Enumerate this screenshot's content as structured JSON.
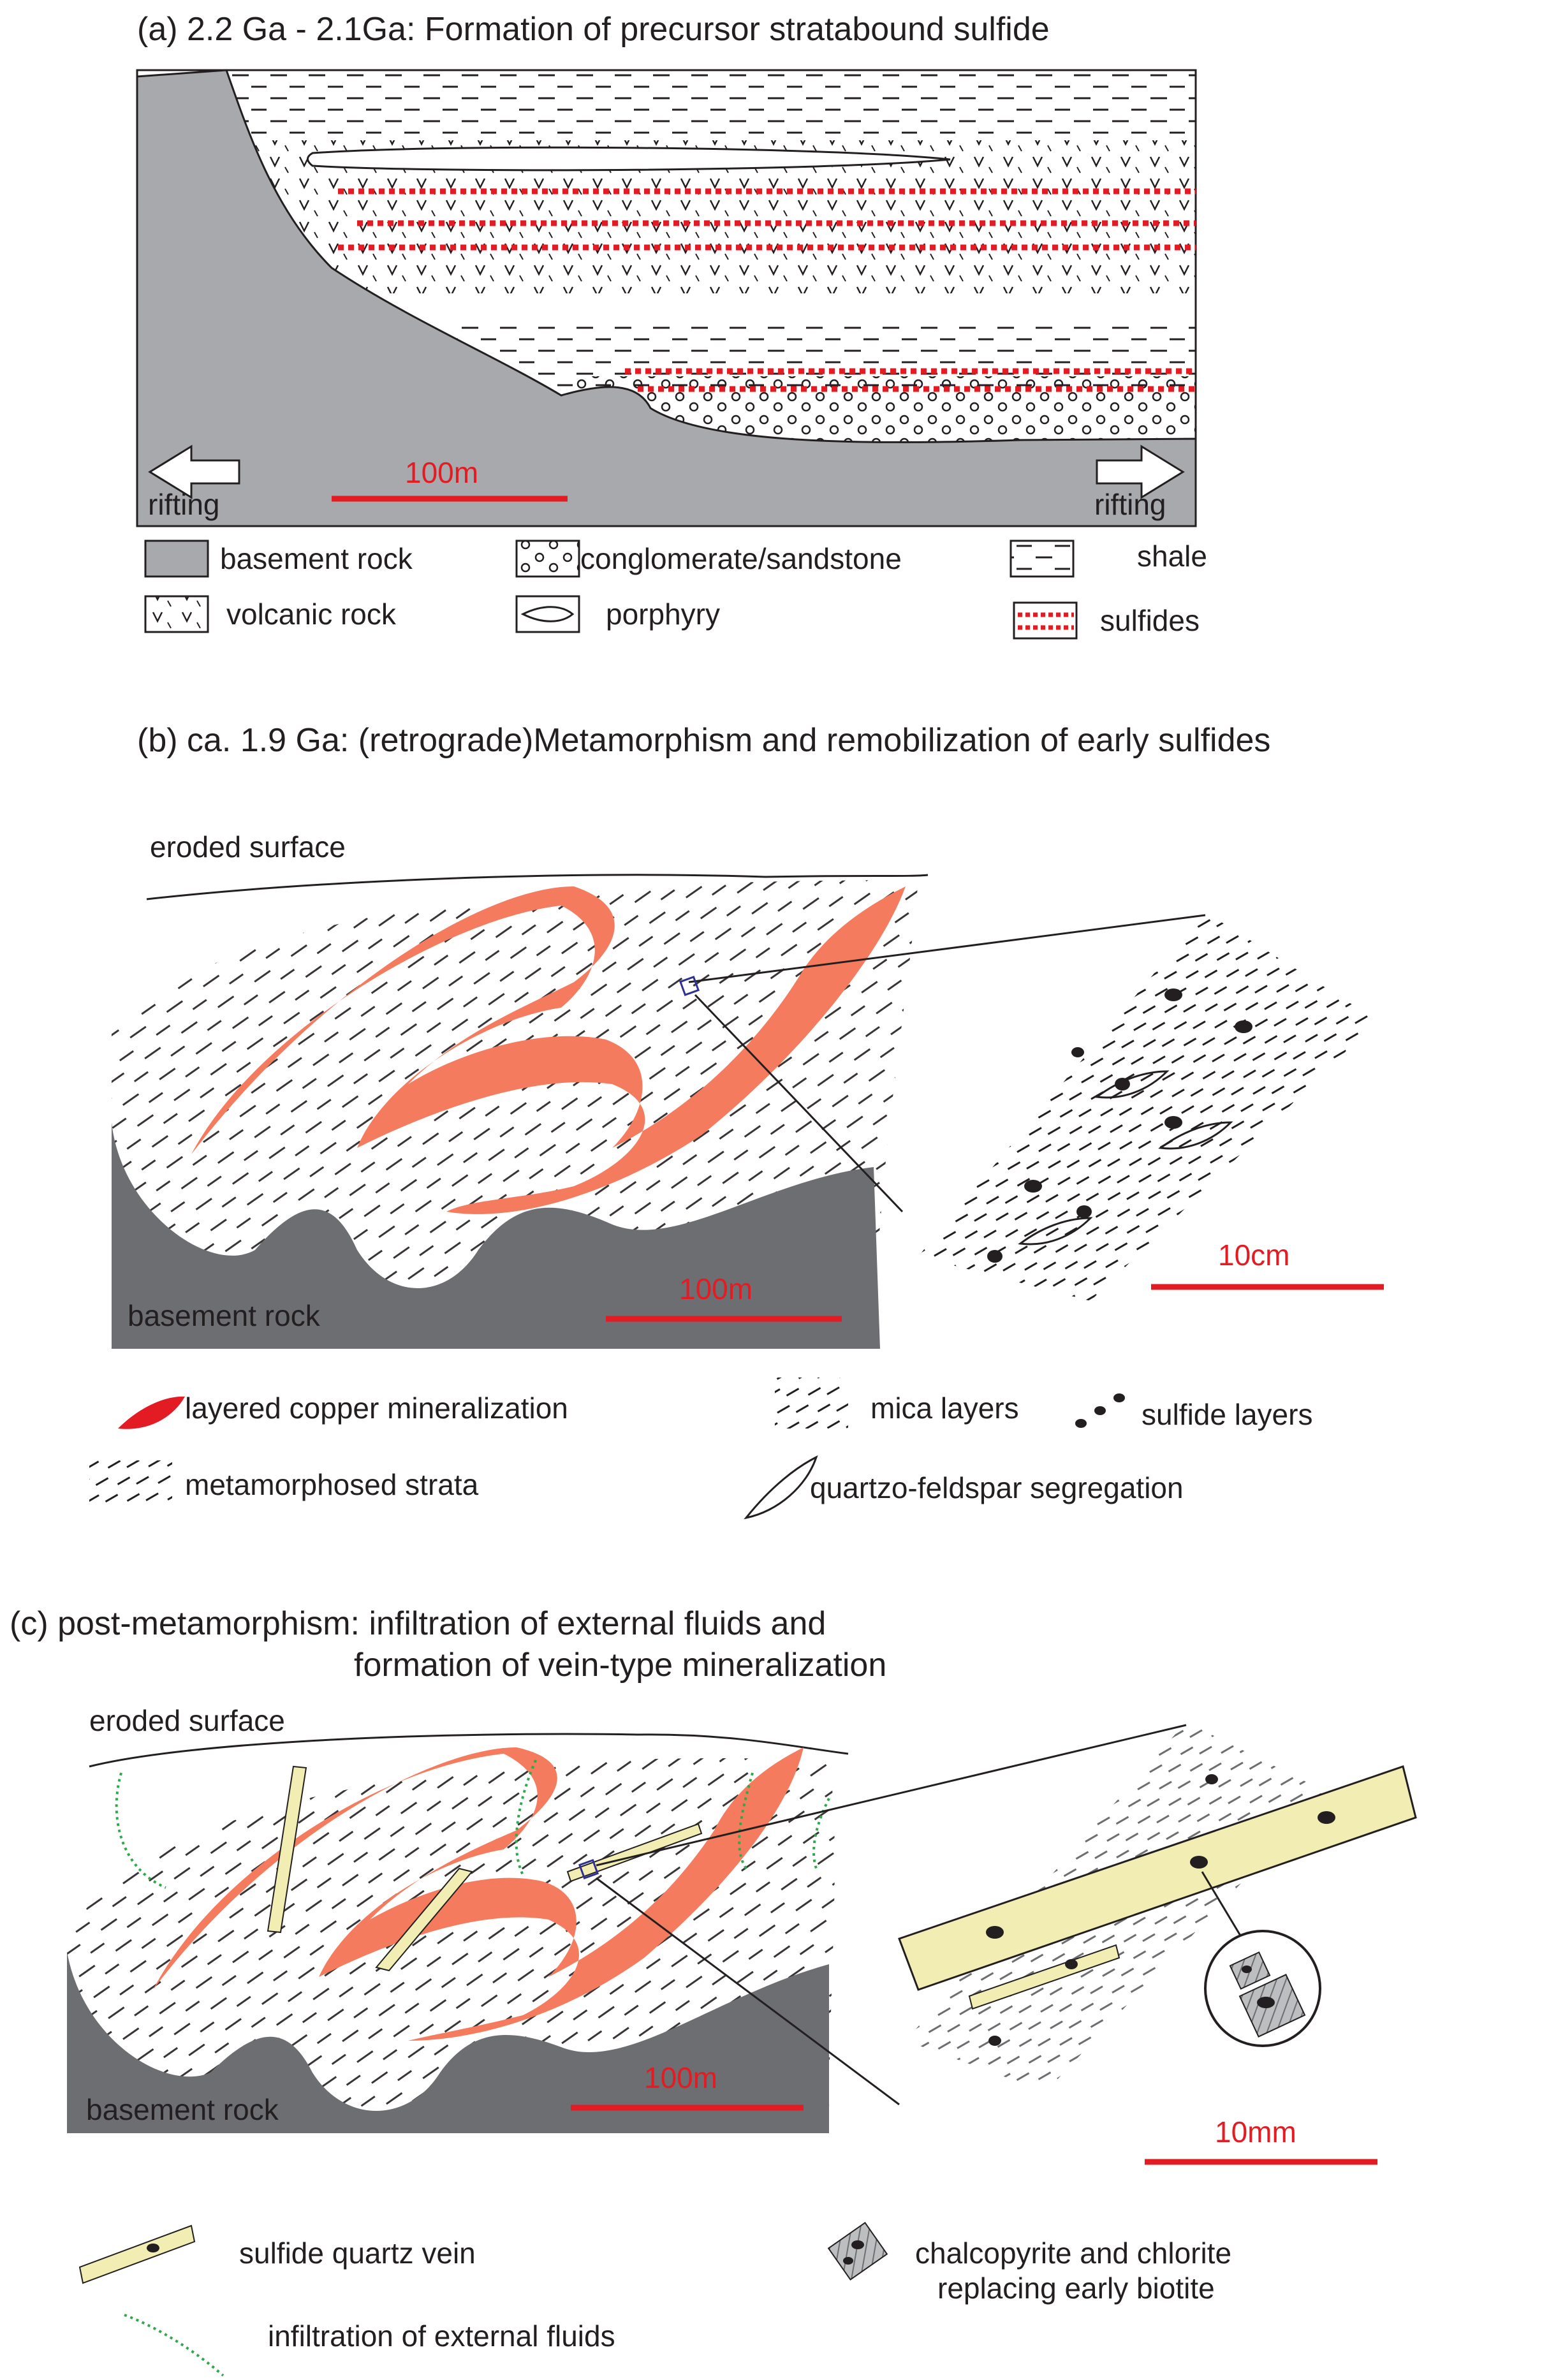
{
  "panel_a": {
    "title": "(a) 2.2 Ga - 2.1Ga: Formation of precursor stratabound sulfide",
    "rift_left": "rifting",
    "rift_right": "rifting",
    "scale": "100m",
    "legend": {
      "basement": "basement rock",
      "conglomerate": "conglomerate/sandstone",
      "shale": "shale",
      "volcanic": "volcanic rock",
      "porphyry": "porphyry",
      "sulfides": "sulfides"
    }
  },
  "panel_b": {
    "title": "(b) ca. 1.9 Ga: (retrograde)Metamorphism and remobilization of early sulfides",
    "eroded": "eroded surface",
    "basement": "basement rock",
    "scale_main": "100m",
    "scale_inset": "10cm",
    "legend": {
      "copper": "layered copper mineralization",
      "mica": "mica layers",
      "sulfide_layers": "sulfide layers",
      "strata": "metamorphosed strata",
      "quartzo": "quartzo-feldspar segregation"
    }
  },
  "panel_c": {
    "title_line1": "(c) post-metamorphism: infiltration of external fluids and",
    "title_line2": "formation of vein-type mineralization",
    "eroded": "eroded surface",
    "basement": "basement rock",
    "scale_main": "100m",
    "scale_inset": "10mm",
    "legend": {
      "vein": "sulfide quartz vein",
      "fluids": "infiltration of external fluids",
      "chalco_line1": "chalcopyrite and chlorite",
      "chalco_line2": "replacing early biotite"
    }
  },
  "colors": {
    "basement_a": "#a7a9ac",
    "basement_bc": "#6d6e71",
    "copper": "#f47b5e",
    "sulfide_red": "#e31b23",
    "vein": "#f2eeb3",
    "fluid_green": "#2ea84b"
  }
}
